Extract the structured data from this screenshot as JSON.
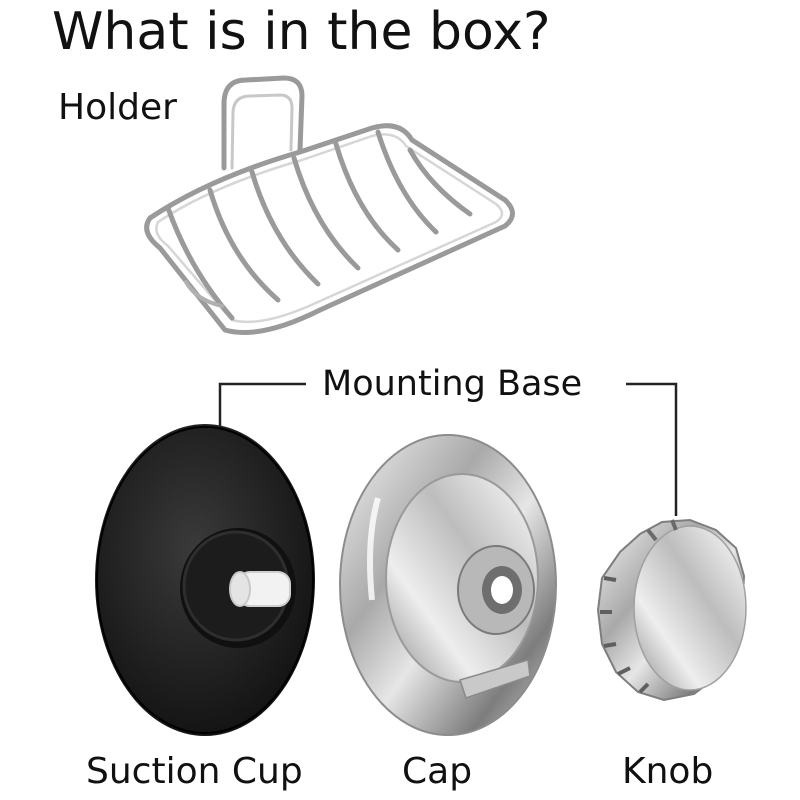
{
  "heading": "What is in the box?",
  "items": {
    "holder": "Holder",
    "mounting_base": "Mounting Base",
    "suction_cup": "Suction Cup",
    "cap": "Cap",
    "knob": "Knob"
  }
}
